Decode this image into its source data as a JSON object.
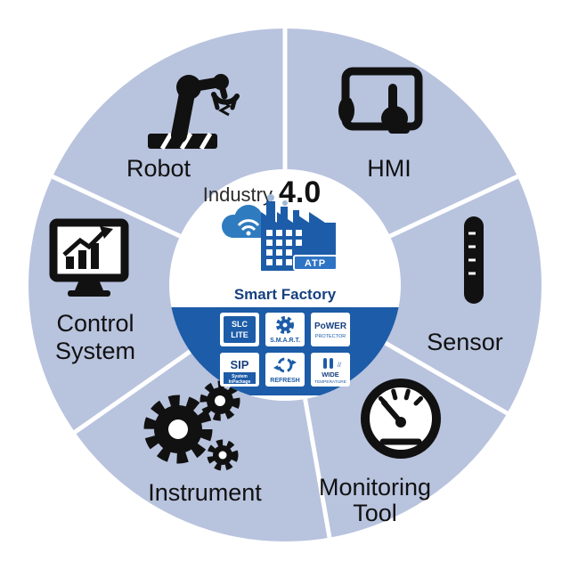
{
  "diagram": {
    "title": {
      "prefix": "Industry",
      "number": "4.0"
    },
    "center": {
      "smart_factory_label": "Smart Factory",
      "atp_label": "ATP",
      "features": [
        {
          "id": "slc-lite",
          "lines": [
            "SLC",
            "LITE"
          ]
        },
        {
          "id": "smart",
          "lines": [
            "S.M.A.R.T."
          ]
        },
        {
          "id": "power-protector",
          "lines": [
            "PoWER",
            "PROTECTOR"
          ]
        },
        {
          "id": "sip",
          "lines": [
            "SIP",
            "System",
            "InPackage"
          ]
        },
        {
          "id": "refresh",
          "lines": [
            "REFRESH"
          ]
        },
        {
          "id": "wide-temperature",
          "lines": [
            "WIDE",
            "TEMPERATURE"
          ]
        }
      ]
    },
    "segments": [
      {
        "id": "robot",
        "lines": [
          "Robot"
        ],
        "icon": "robot-arm-icon"
      },
      {
        "id": "hmi",
        "lines": [
          "HMI"
        ],
        "icon": "hmi-tablet-icon"
      },
      {
        "id": "sensor",
        "lines": [
          "Sensor"
        ],
        "icon": "sensor-probe-icon"
      },
      {
        "id": "monitoring-tool",
        "lines": [
          "Monitoring",
          "Tool"
        ],
        "icon": "gauge-icon"
      },
      {
        "id": "instrument",
        "lines": [
          "Instrument"
        ],
        "icon": "gears-icon"
      },
      {
        "id": "control-system",
        "lines": [
          "Control",
          "System"
        ],
        "icon": "monitor-chart-icon"
      }
    ],
    "colors": {
      "ring": "#b8c3de",
      "band": "#1d5ca8",
      "cloud": "#2f7bbf",
      "factory": "#1d5ca8",
      "atp_badge": "#2e74c4",
      "label_text": "#111111",
      "smart_factory_text": "#17417f"
    }
  }
}
